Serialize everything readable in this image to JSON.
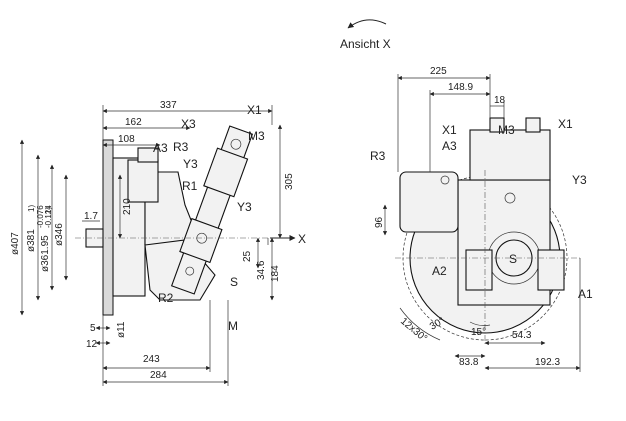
{
  "view_caption": "Ansicht X",
  "left_view": {
    "dims": {
      "d337": "337",
      "d162": "162",
      "d108": "108",
      "d305": "305",
      "d210": "210",
      "d25": "25",
      "d34_6": "34.6",
      "d184": "184",
      "d243": "243",
      "d284": "284",
      "d5": "5",
      "d12": "12",
      "d1_7": "1.7",
      "dia407": "ø407",
      "dia381": "ø381",
      "dia361": "ø361.95",
      "dia346": "ø346",
      "dia11": "ø11",
      "tol1": "1)",
      "tol2": "-0.076",
      "tol3": "-0.124",
      "footnote_mark": "1)"
    },
    "labels": {
      "X3": "X3",
      "X1": "X1",
      "M3": "M3",
      "A3": "A3",
      "R3": "R3",
      "R1": "R1",
      "Y3": "Y3",
      "Y3b": "Y3",
      "R2": "R2",
      "S": "S",
      "M": "M",
      "Xarrow": "X"
    }
  },
  "right_view": {
    "dims": {
      "d225": "225",
      "d148_9": "148.9",
      "d18": "18",
      "d96": "96",
      "d54_3": "54.3",
      "d83_8": "83.8",
      "d192_3": "192.3",
      "ang15": "15°",
      "ang30": "30°",
      "ang12x30": "12x30°"
    },
    "labels": {
      "X1": "X1",
      "M3": "M3",
      "X1b": "X1",
      "A3": "A3",
      "R3": "R3",
      "Y3": "Y3",
      "A2": "A2",
      "S": "S",
      "A1": "A1"
    }
  }
}
